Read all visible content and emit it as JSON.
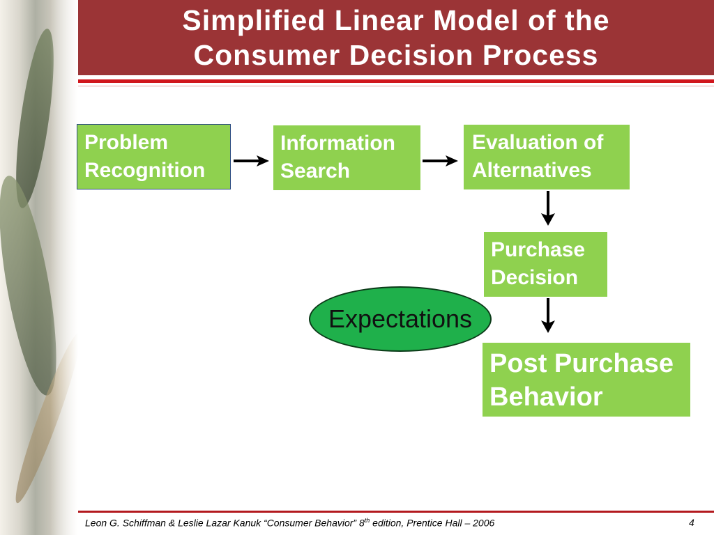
{
  "slide": {
    "title_line1": "Simplified Linear Model of the",
    "title_line2": "Consumer Decision Process"
  },
  "diagram": {
    "nodes": [
      {
        "id": "problem-recognition",
        "line1": "Problem",
        "line2": "Recognition"
      },
      {
        "id": "information-search",
        "line1": "Information",
        "line2": "Search"
      },
      {
        "id": "evaluation-of-alternatives",
        "line1": "Evaluation of",
        "line2": "Alternatives"
      },
      {
        "id": "purchase-decision",
        "line1": "Purchase",
        "line2": "Decision"
      },
      {
        "id": "post-purchase-behavior",
        "line1": "Post Purchase",
        "line2": "Behavior"
      }
    ],
    "ellipse_label": "Expectations",
    "edges": [
      {
        "from": "problem-recognition",
        "to": "information-search"
      },
      {
        "from": "information-search",
        "to": "evaluation-of-alternatives"
      },
      {
        "from": "evaluation-of-alternatives",
        "to": "purchase-decision"
      },
      {
        "from": "purchase-decision",
        "to": "post-purchase-behavior"
      }
    ]
  },
  "footer": {
    "citation_pre": "Leon G. Schiffman & Leslie Lazar Kanuk “Consumer Behavior” 8",
    "citation_sup": "th",
    "citation_post": " edition, Prentice Hall – 2006",
    "page_number": "4"
  },
  "colors": {
    "title_bar": "#9b3436",
    "accent_rule": "#d0161c",
    "box_fill": "#8fd14f",
    "ellipse_fill": "#1fb04b"
  }
}
